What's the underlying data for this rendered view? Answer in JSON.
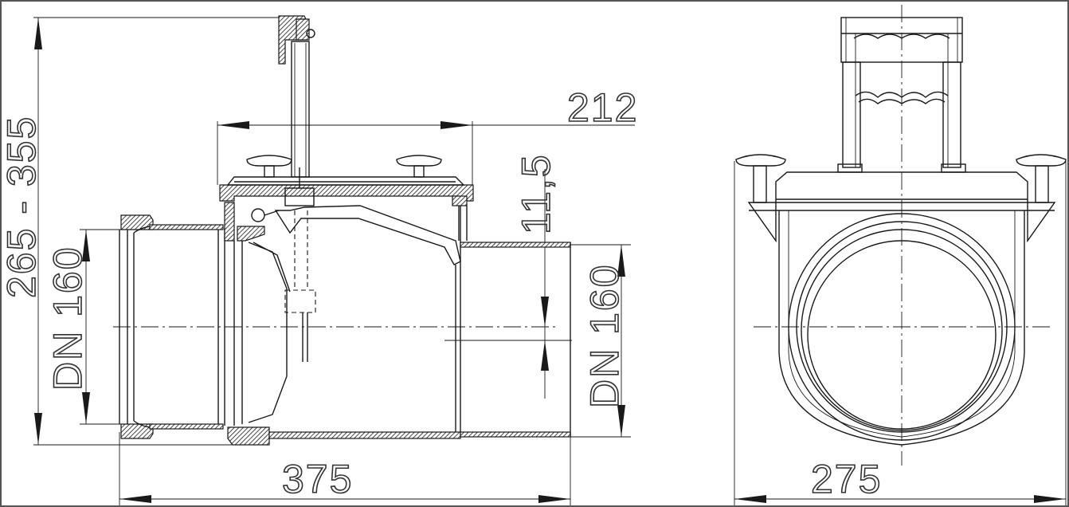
{
  "drawing": {
    "dimensions": {
      "height_range": "265 - 355",
      "top_width": "212",
      "inlet_dn": "DN 160",
      "outlet_dn": "DN 160",
      "offset": "11,5",
      "length": "375",
      "side_width": "275"
    }
  }
}
